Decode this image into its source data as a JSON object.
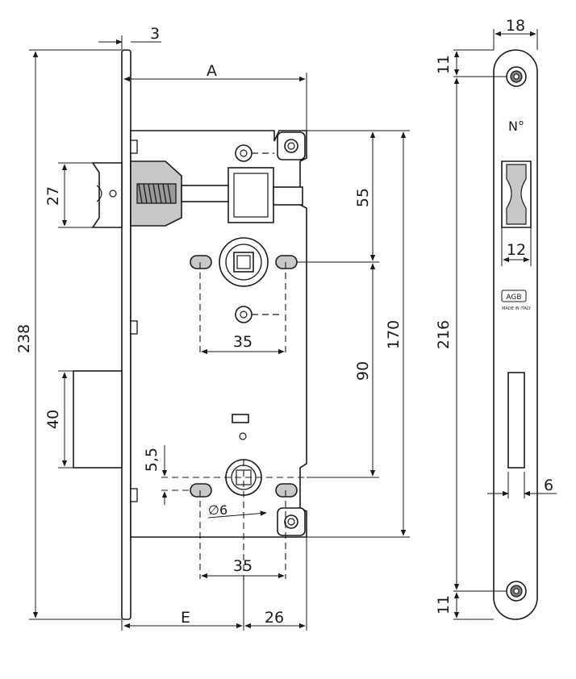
{
  "dimensions": {
    "front_thickness": "3",
    "backset_a": "A",
    "height_latch_block": "27",
    "spindle_to_top": "55",
    "total_height": "238",
    "body_height": "170",
    "bolt_height": "40",
    "spindle_to_key": "90",
    "fixing_spacing_top": "35",
    "fixing_spacing_bottom": "35",
    "key_offset": "5,5",
    "key_diameter": "∅6",
    "backset_e": "E",
    "keyhole_to_front": "26",
    "faceplate_width": "18",
    "screw_offset_top": "11",
    "screw_offset_bottom": "11",
    "screw_spacing": "216",
    "latch_width": "12",
    "slot_width": "6"
  },
  "faceplate": {
    "number_mark": "N°",
    "logo_text": "AGB",
    "made_in": "MADE IN ITALY"
  },
  "colors": {
    "line": "#1a1a1a",
    "fill_grey": "#c8c8c8",
    "fill_dark": "#7a7a7a"
  }
}
